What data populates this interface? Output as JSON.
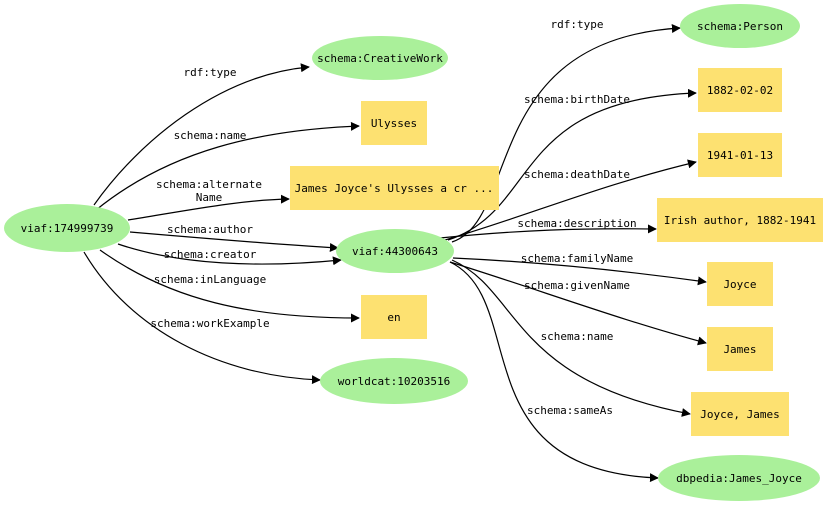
{
  "colors": {
    "resource_node": "#aaf09a",
    "literal_node": "#fde171",
    "edge": "#000000",
    "background": "#ffffff"
  },
  "nodes": {
    "viaf_174999739": {
      "label": "viaf:174999739",
      "kind": "resource"
    },
    "viaf_44300643": {
      "label": "viaf:44300643",
      "kind": "resource"
    },
    "creative_work": {
      "label": "schema:CreativeWork",
      "kind": "resource"
    },
    "ulysses": {
      "label": "Ulysses",
      "kind": "literal"
    },
    "alternate_name": {
      "label": "James Joyce's Ulysses a cr ...",
      "kind": "literal"
    },
    "en": {
      "label": "en",
      "kind": "literal"
    },
    "worldcat": {
      "label": "worldcat:10203516",
      "kind": "resource"
    },
    "person": {
      "label": "schema:Person",
      "kind": "resource"
    },
    "birth_date": {
      "label": "1882-02-02",
      "kind": "literal"
    },
    "death_date": {
      "label": "1941-01-13",
      "kind": "literal"
    },
    "description": {
      "label": "Irish author, 1882-1941",
      "kind": "literal"
    },
    "family_name": {
      "label": "Joyce",
      "kind": "literal"
    },
    "given_name": {
      "label": "James",
      "kind": "literal"
    },
    "full_name": {
      "label": "Joyce, James",
      "kind": "literal"
    },
    "dbpedia": {
      "label": "dbpedia:James_Joyce",
      "kind": "resource"
    }
  },
  "edges": {
    "e_type_1": {
      "label": "rdf:type"
    },
    "e_name_1": {
      "label": "schema:name"
    },
    "e_altname": {
      "label_line1": "schema:alternate",
      "label_line2": "Name"
    },
    "e_author": {
      "label": "schema:author"
    },
    "e_creator": {
      "label": "schema:creator"
    },
    "e_inlanguage": {
      "label": "schema:inLanguage"
    },
    "e_workexample": {
      "label": "schema:workExample"
    },
    "e_type_2": {
      "label": "rdf:type"
    },
    "e_birthdate": {
      "label": "schema:birthDate"
    },
    "e_deathdate": {
      "label": "schema:deathDate"
    },
    "e_description": {
      "label": "schema:description"
    },
    "e_familyname": {
      "label": "schema:familyName"
    },
    "e_givenname": {
      "label": "schema:givenName"
    },
    "e_name_2": {
      "label": "schema:name"
    },
    "e_sameas": {
      "label": "schema:sameAs"
    }
  }
}
